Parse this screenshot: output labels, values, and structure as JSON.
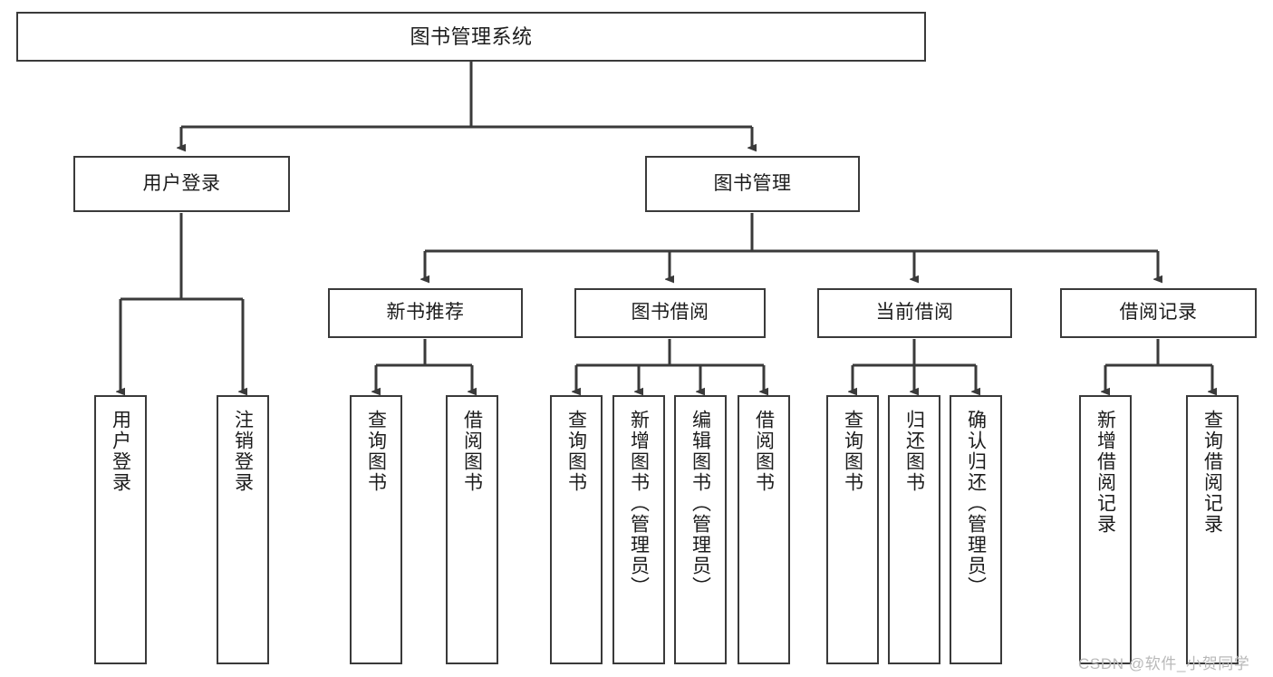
{
  "diagram": {
    "title": "图书管理系统",
    "type": "tree-hierarchy-diagram",
    "stroke_color": "#3a3a3a",
    "fill_color": "#ffffff",
    "text_color": "#1c1c1c",
    "watermark": "CSDN @软件_小贺同学"
  },
  "nodes": {
    "root": {
      "label": "图书管理系统"
    },
    "level2": [
      {
        "label": "用户登录"
      },
      {
        "label": "图书管理"
      }
    ],
    "level3": [
      {
        "label": "新书推荐"
      },
      {
        "label": "图书借阅"
      },
      {
        "label": "当前借阅"
      },
      {
        "label": "借阅记录"
      }
    ],
    "leaves": {
      "user_login": [
        {
          "label": "用户登录"
        },
        {
          "label": "注销登录"
        }
      ],
      "new_book": [
        {
          "label": "查询图书"
        },
        {
          "label": "借阅图书"
        }
      ],
      "book_borrow": [
        {
          "label": "查询图书"
        },
        {
          "label": "新增图书（管理员）"
        },
        {
          "label": "编辑图书（管理员）"
        },
        {
          "label": "借阅图书"
        }
      ],
      "current_borrow": [
        {
          "label": "查询图书"
        },
        {
          "label": "归还图书"
        },
        {
          "label": "确认归还（管理员）"
        }
      ],
      "borrow_record": [
        {
          "label": "新增借阅记录"
        },
        {
          "label": "查询借阅记录"
        }
      ]
    }
  }
}
